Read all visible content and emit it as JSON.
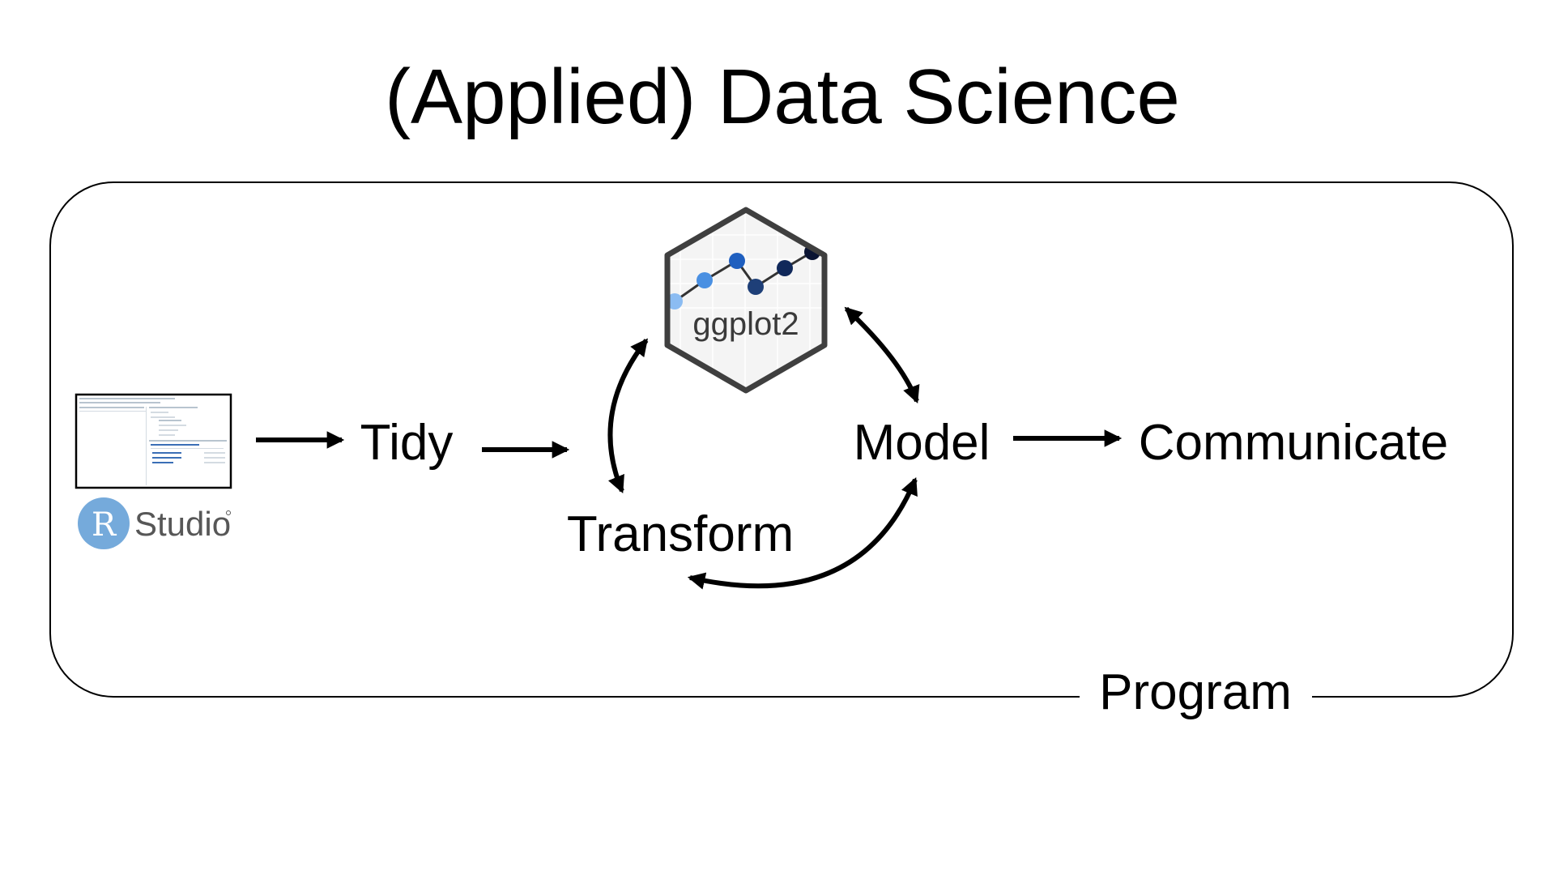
{
  "title": "(Applied) Data Science",
  "steps": {
    "tidy": "Tidy",
    "transform": "Transform",
    "model": "Model",
    "communicate": "Communicate"
  },
  "program_label": "Program",
  "ggplot_logo": {
    "text": "ggplot2",
    "point_colors": [
      "#8bbcf2",
      "#4a90e2",
      "#1f5fbf",
      "#1e3f78",
      "#10285a",
      "#0a1433"
    ]
  },
  "rstudio_logo": {
    "letter": "R",
    "text": "Studio",
    "circle_color": "#75aadb"
  },
  "colors": {
    "arrows": "#000000",
    "hex_border": "#3f3f3f",
    "hex_fill": "#f4f4f4"
  }
}
